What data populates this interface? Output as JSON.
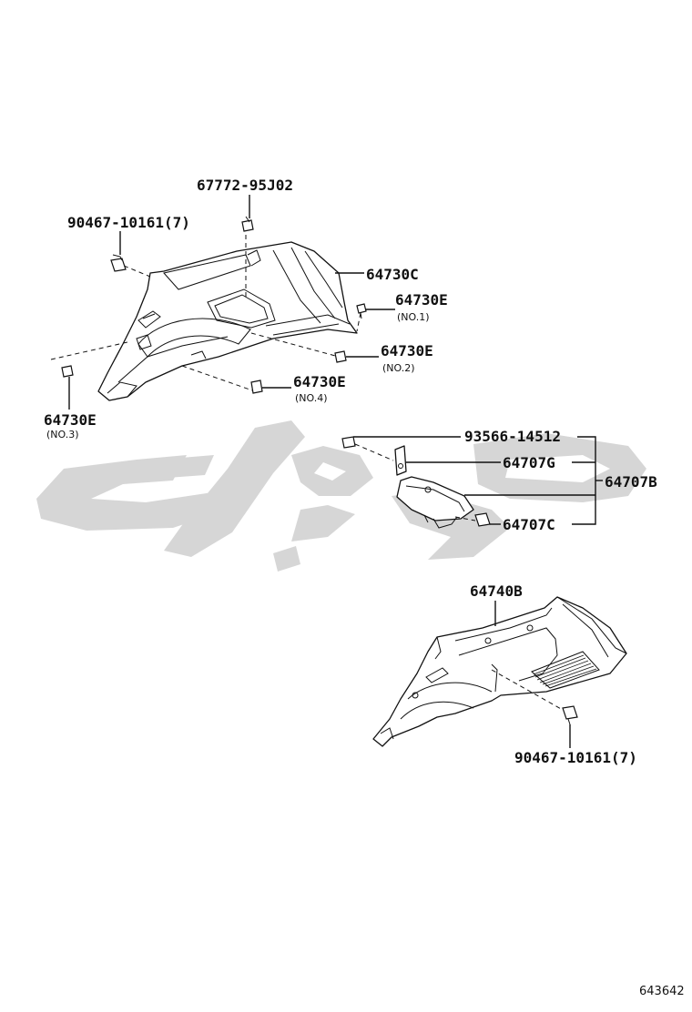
{
  "diagram": {
    "diagram_id": "643642",
    "part_numbers": {
      "clip_top": "67772-95J02",
      "screw_upper": "90467-10161(7)",
      "trim_upper": "64730C",
      "clip_no1": "64730E",
      "clip_no2": "64730E",
      "clip_no3": "64730E",
      "clip_no4": "64730E",
      "screw_small": "93566-14512",
      "hook_bracket": "64707G",
      "hook_assy": "64707B",
      "hook_cap": "64707C",
      "trim_lower": "64740B",
      "screw_lower": "90467-10161(7)"
    },
    "sub_labels": {
      "no1": "(NO.1)",
      "no2": "(NO.2)",
      "no3": "(NO.3)",
      "no4": "(NO.4)"
    },
    "colors": {
      "line": "#111111",
      "watermark": "#d4d4d4"
    }
  }
}
